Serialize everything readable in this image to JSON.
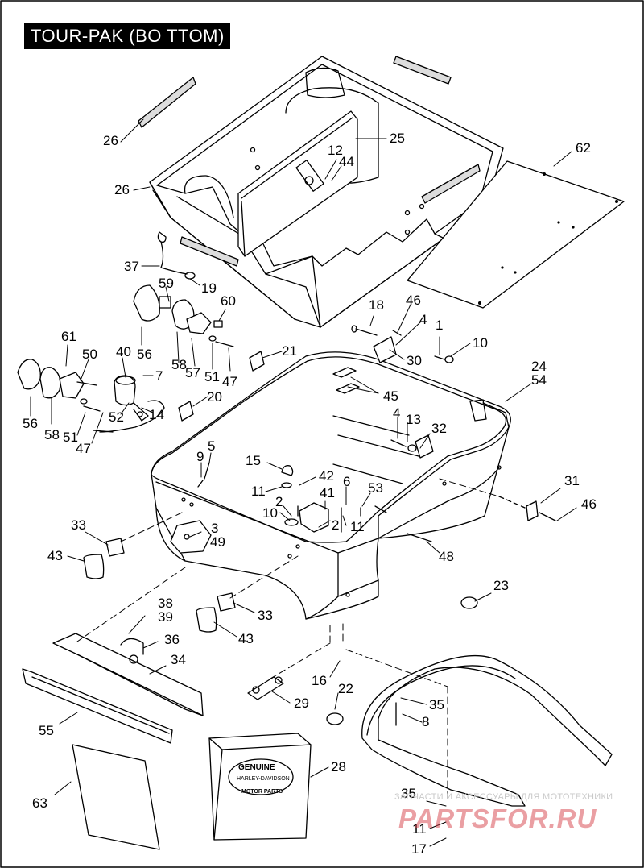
{
  "title": "TOUR-PAK (BO TTOM)",
  "watermark": {
    "tagline": "ЗАПЧАСТИ И АКСЕССУАРЫ ДЛЯ МОТОТЕХНИКИ",
    "brand": "PARTSFOR.RU"
  },
  "logo_text": {
    "top": "GENUINE",
    "middle": "HARLEY-DAVIDSON",
    "bottom": "MOTOR PARTS"
  },
  "callouts": {
    "c26a": "26",
    "c26b": "26",
    "c25": "25",
    "c12": "12",
    "c44": "44",
    "c62": "62",
    "c37": "37",
    "c59": "59",
    "c19": "19",
    "c60": "60",
    "c18": "18",
    "c46a": "46",
    "c4a": "4",
    "c1": "1",
    "c10a": "10",
    "c30": "30",
    "c61": "61",
    "c50": "50",
    "c40": "40",
    "c56a": "56",
    "c7": "7",
    "c58a": "58",
    "c57": "57",
    "c51a": "51",
    "c47a": "47",
    "c21": "21",
    "c24": "24",
    "c54": "54",
    "c45": "45",
    "c20": "20",
    "c52": "52",
    "c14": "14",
    "c56b": "56",
    "c58b": "58",
    "c51b": "51",
    "c47b": "47",
    "c4b": "4",
    "c13": "13",
    "c32": "32",
    "c5": "5",
    "c9": "9",
    "c15": "15",
    "c42": "42",
    "c11a": "11",
    "c6": "6",
    "c53": "53",
    "c41": "41",
    "c2a": "2",
    "c10b": "10",
    "c2b": "2",
    "c11b": "11",
    "c31": "31",
    "c46b": "46",
    "c33a": "33",
    "c3": "3",
    "c49": "49",
    "c43a": "43",
    "c48": "48",
    "c23": "23",
    "c38": "38",
    "c39": "39",
    "c36": "36",
    "c33b": "33",
    "c43b": "43",
    "c34": "34",
    "c16": "16",
    "c22": "22",
    "c35a": "35",
    "c29": "29",
    "c8": "8",
    "c55": "55",
    "c28": "28",
    "c63": "63",
    "c35b": "35",
    "c11c": "11",
    "c17": "17"
  }
}
